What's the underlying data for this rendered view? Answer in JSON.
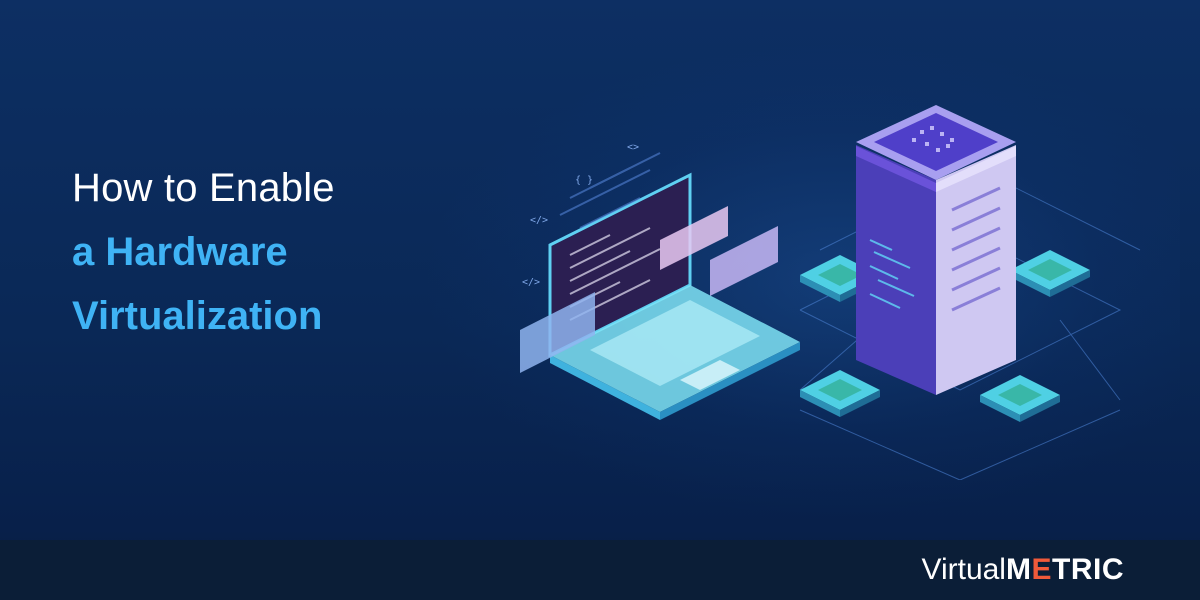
{
  "headline": {
    "line1": "How to Enable",
    "line2": "a Hardware",
    "line3": "Virtualization"
  },
  "brand": {
    "virtual": "Virtual",
    "metric_m": "M",
    "metric_e": "E",
    "metric_rest": "TRIC"
  },
  "colors": {
    "background": "#0b2a5a",
    "footer": "#0b1e37",
    "headline_white": "#ffffff",
    "headline_accent": "#3fb3f5",
    "brand_accent": "#f15a3a",
    "server_purple": "#6a52d9",
    "chip_teal": "#3fd3c8"
  },
  "icons": {
    "laptop": "laptop-icon",
    "server": "server-tower-icon",
    "chip": "chip-icon",
    "code": "code-tag-icon"
  },
  "code_glyphs": {
    "tag_a": "</>",
    "tag_b": "{ }",
    "tag_c": "</>",
    "tag_d": "<>"
  }
}
